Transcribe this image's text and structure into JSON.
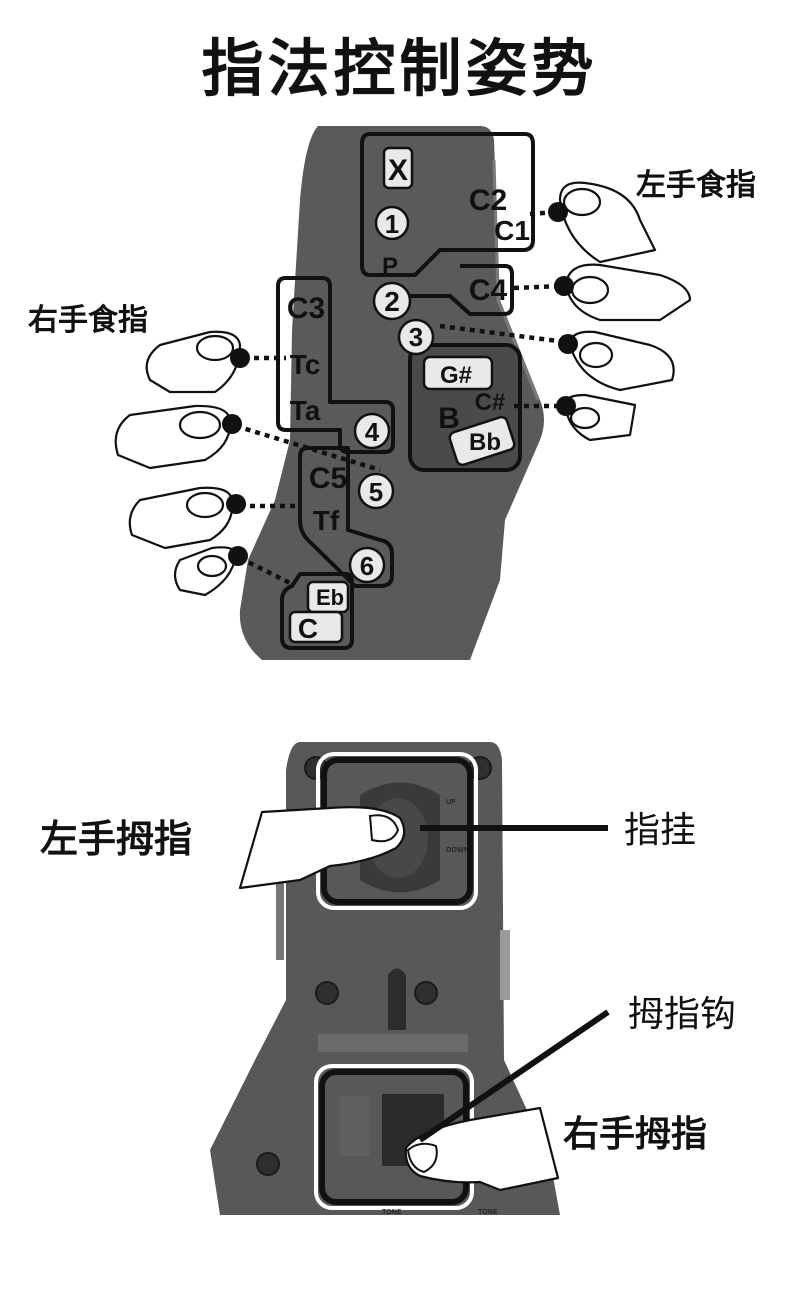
{
  "title": "指法控制姿势",
  "fingering": {
    "left_index_label": "左手食指",
    "right_index_label": "右手食指",
    "keys": {
      "x": "X",
      "one": "1",
      "p": "P",
      "c2": "C2",
      "c1": "C1",
      "two": "2",
      "c4": "C4",
      "three": "3",
      "c3": "C3",
      "tc": "Tc",
      "ta": "Ta",
      "four": "4",
      "gsharp": "G#",
      "b": "B",
      "csharp": "C#",
      "bflat": "Bb",
      "c5": "C5",
      "five": "5",
      "tf": "Tf",
      "six": "6",
      "eflat": "Eb",
      "c": "C"
    }
  },
  "rear": {
    "left_thumb_label": "左手拇指",
    "finger_hook_label": "指挂",
    "thumb_hook_label": "拇指钩",
    "right_thumb_label": "右手拇指",
    "up_label": "UP",
    "down_label": "DOWN",
    "tone_label": "TONE"
  }
}
